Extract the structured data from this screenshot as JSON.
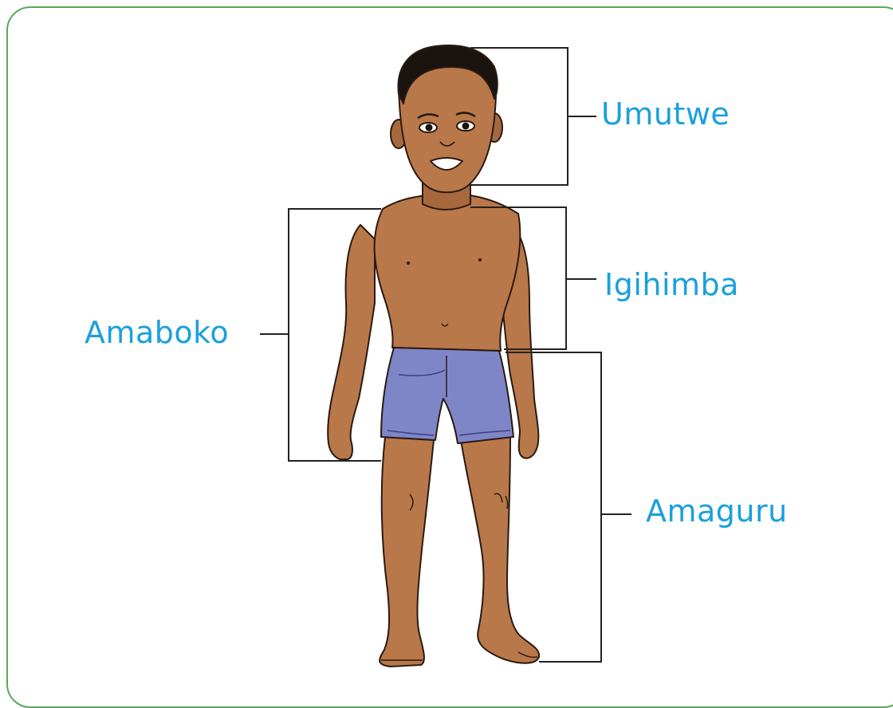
{
  "labels": {
    "head": "Umutwe",
    "trunk": "Igihimba",
    "arms": "Amaboko",
    "legs": "Amaguru"
  },
  "colors": {
    "frame_border": "#5aa85a",
    "label_text": "#1aa0dc",
    "bracket_line": "#222222",
    "skin": "#b9784a",
    "skin_shadow": "#8c5230",
    "hair": "#1a1410",
    "shorts": "#7f86c8",
    "shorts_shadow": "#5c62a6"
  },
  "illustration": {
    "subject": "child-body",
    "icon": "child-figure"
  }
}
